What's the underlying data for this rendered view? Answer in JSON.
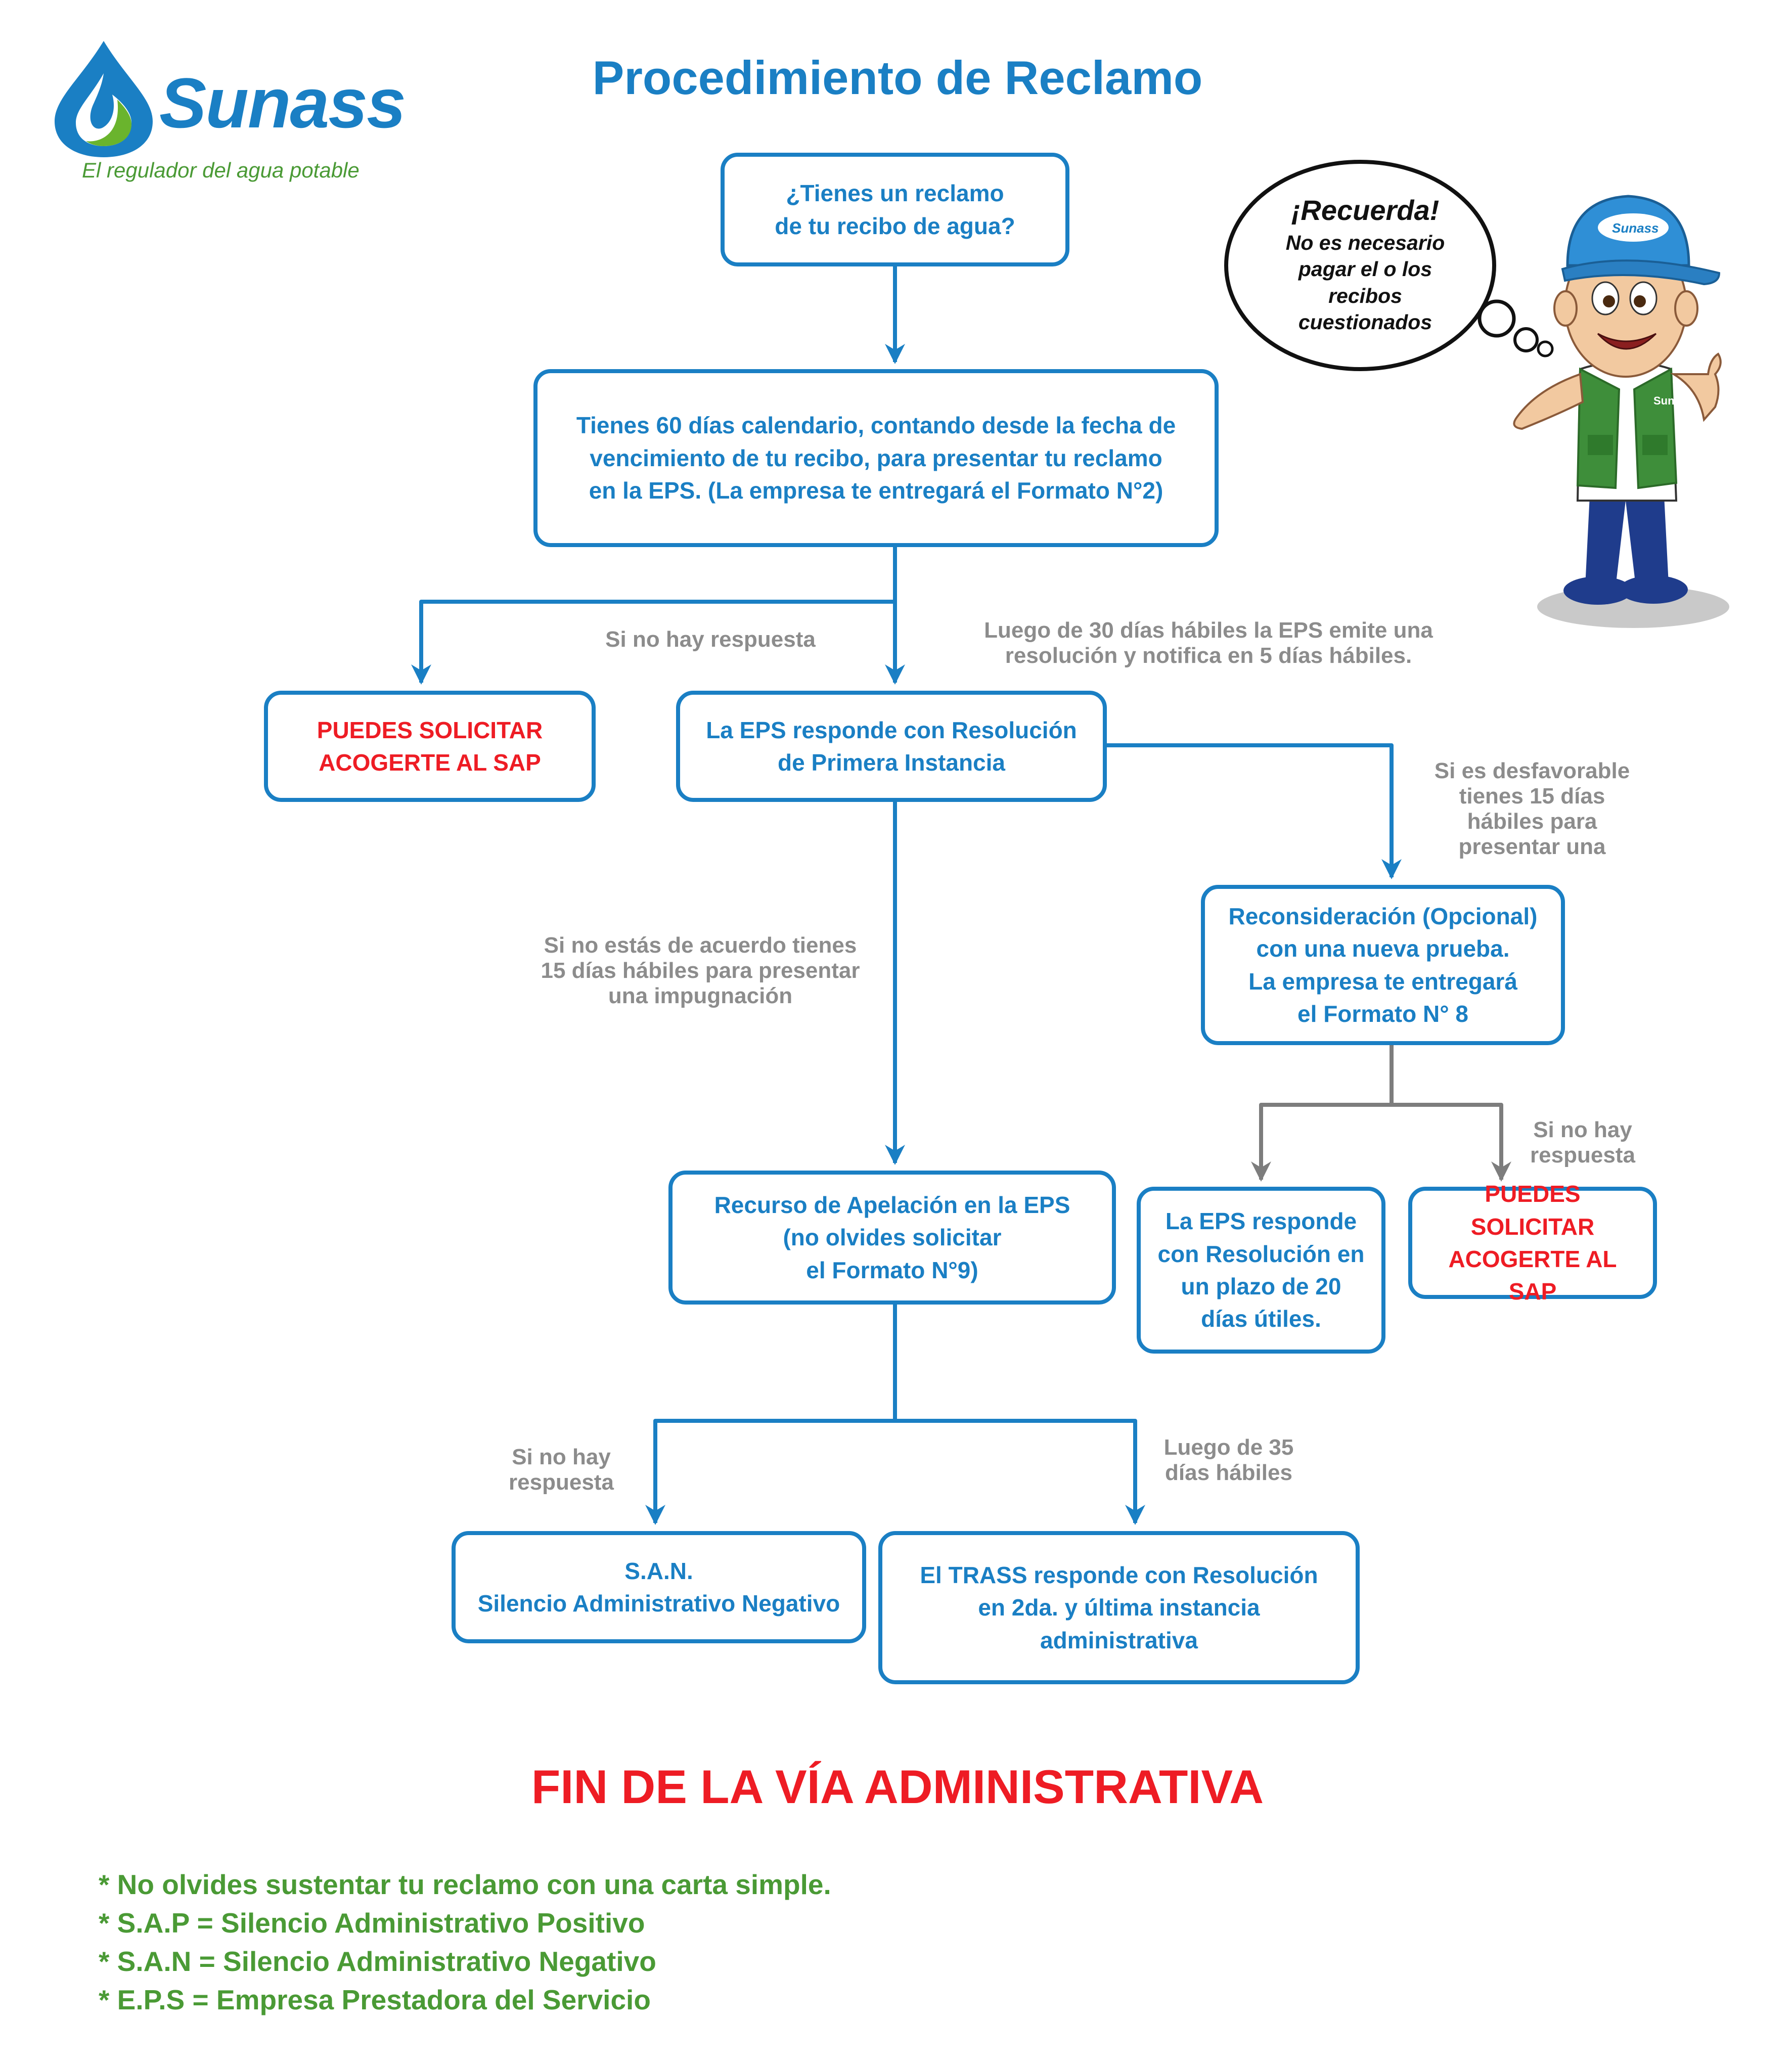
{
  "header": {
    "logo_name": "Sunass",
    "logo_tagline": "El regulador del agua potable",
    "title": "Procedimiento de Reclamo"
  },
  "reminder": {
    "title": "¡Recuerda!",
    "lines": [
      "No es necesario",
      "pagar el o los",
      "recibos",
      "cuestionados"
    ]
  },
  "mascot": {
    "cap_text": "Sunass",
    "vest_text": "Sunass"
  },
  "nodes": {
    "question": [
      "¿Tienes un reclamo",
      "de tu recibo de agua?"
    ],
    "deadline": [
      "Tienes  60 días calendario, contando desde la fecha de",
      "vencimiento de tu recibo, para presentar tu reclamo",
      "en la EPS. (La empresa te entregará el Formato N°2)"
    ],
    "sap_left": [
      "PUEDES SOLICITAR",
      "ACOGERTE AL SAP"
    ],
    "first_instance": [
      "La EPS responde con Resolución",
      "de Primera Instancia"
    ],
    "reconsideration": [
      "Reconsideración (Opcional)",
      "con una nueva prueba.",
      "La empresa te entregará",
      "el Formato N° 8"
    ],
    "appeal": [
      "Recurso de Apelación en la EPS",
      "(no olvides solicitar",
      "el Formato N°9)"
    ],
    "eps_20_days": [
      "La EPS responde",
      "con Resolución en",
      "un plazo de 20",
      "días útiles."
    ],
    "sap_right": [
      "PUEDES SOLICITAR",
      "ACOGERTE AL SAP"
    ],
    "san": [
      "S.A.N.",
      "Silencio Administrativo Negativo"
    ],
    "trass": [
      "El TRASS responde con Resolución",
      "en 2da.  y última instancia",
      "administrativa"
    ]
  },
  "edge_labels": {
    "no_response_1": [
      "Si no hay respuesta"
    ],
    "after_30_days": [
      "Luego de 30 días hábiles la EPS emite una",
      "resolución y notifica en 5 días hábiles."
    ],
    "unfavorable": [
      "Si es desfavorable",
      "tienes 15 días",
      "hábiles para",
      "presentar una"
    ],
    "disagree": [
      "Si no estás de acuerdo tienes",
      "15 días hábiles para presentar",
      "una impugnación"
    ],
    "no_response_2": [
      "Si no hay",
      "respuesta"
    ],
    "no_response_3": [
      "Si no hay",
      "respuesta"
    ],
    "after_35_days": [
      "Luego de 35",
      "días hábiles"
    ]
  },
  "footer": {
    "end_title": "FIN DE LA VÍA ADMINISTRATIVA",
    "notes": [
      "* No olvides sustentar tu reclamo con una carta simple.",
      "* S.A.P  = Silencio Administrativo Positivo",
      "* S.A.N = Silencio Administrativo Negativo",
      "* E.P.S = Empresa Prestadora del Servicio"
    ]
  },
  "colors": {
    "primary_blue": "#1a7fc4",
    "alert_red": "#ee1c24",
    "label_gray": "#8c8c8c",
    "note_green": "#4a9a35"
  }
}
